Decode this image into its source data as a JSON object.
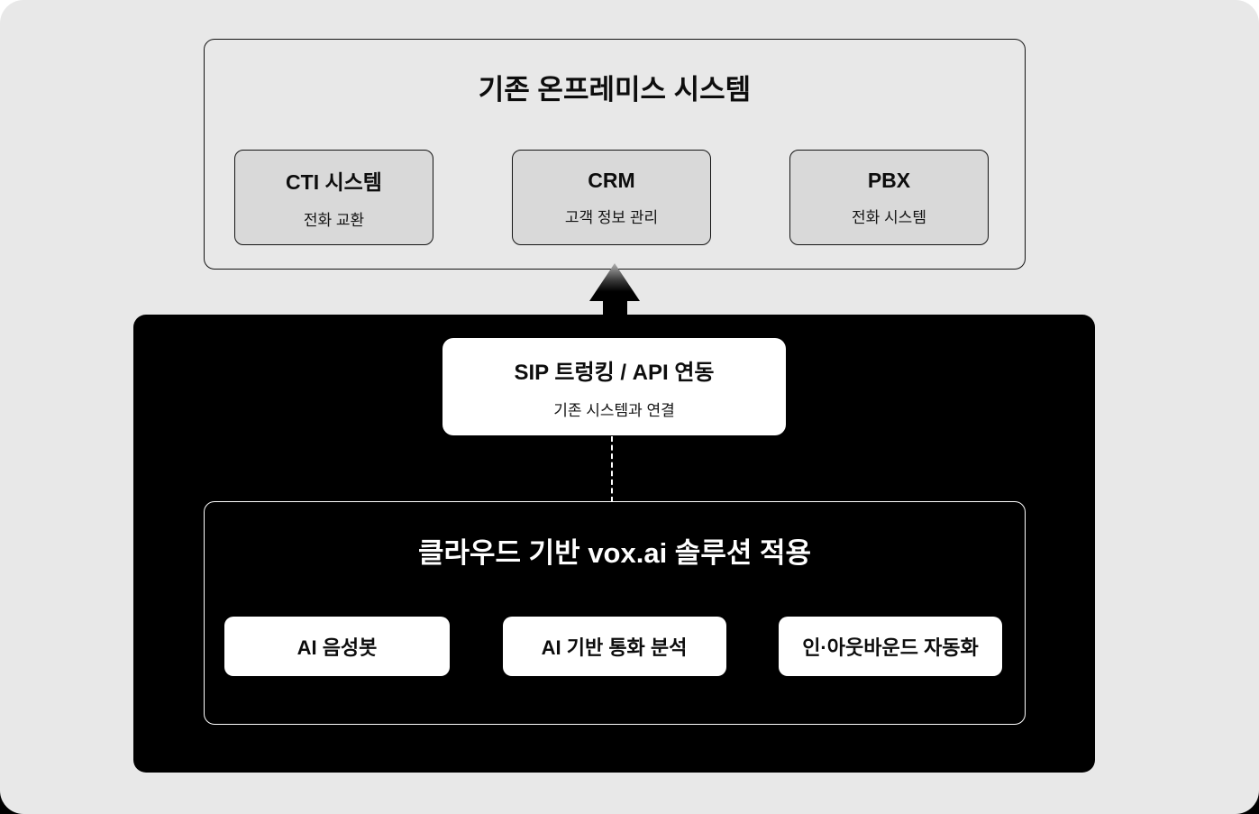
{
  "colors": {
    "canvas_background": "#e8e8e8",
    "system_box_fill": "#d9d9d9",
    "panel_border_dark": "#141414",
    "black_panel": "#000000",
    "white_box": "#ffffff"
  },
  "on_premise": {
    "title": "기존 온프레미스 시스템",
    "systems": [
      {
        "title": "CTI 시스템",
        "subtitle": "전화 교환"
      },
      {
        "title": "CRM",
        "subtitle": "고객 정보 관리"
      },
      {
        "title": "PBX",
        "subtitle": "전화 시스템"
      }
    ]
  },
  "connector": {
    "title": "SIP 트렁킹 / API 연동",
    "subtitle": "기존 시스템과 연결"
  },
  "cloud": {
    "title": "클라우드 기반 vox.ai 솔루션 적용",
    "features": [
      {
        "label": "AI 음성봇"
      },
      {
        "label": "AI 기반 통화 분석"
      },
      {
        "label": "인·아웃바운드 자동화"
      }
    ]
  }
}
